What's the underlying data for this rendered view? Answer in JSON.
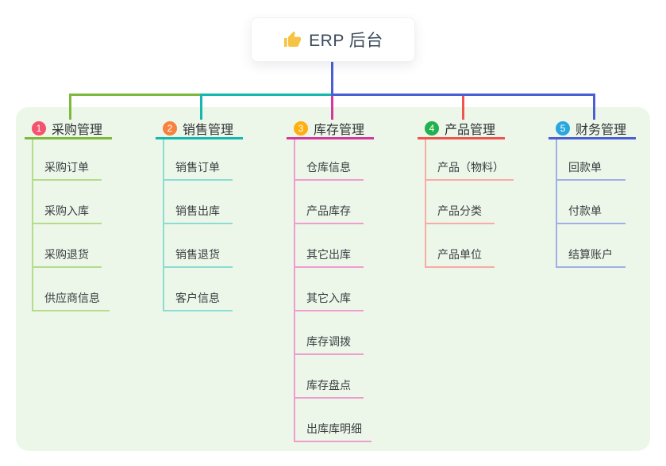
{
  "canvas": {
    "background": "#ffffff",
    "panel_background": "#edf7e9"
  },
  "root": {
    "label": "ERP 后台",
    "icon": "thumbs-up-icon",
    "icon_color": "#f6c344",
    "connector_color": "#4a5fd3"
  },
  "branches": [
    {
      "badge": "1",
      "badge_color": "#f4526e",
      "line_color": "#7cb93c",
      "light_line_color": "#b3dc8b",
      "label": "采购管理",
      "children": [
        "采购订单",
        "采购入库",
        "采购退货",
        "供应商信息"
      ]
    },
    {
      "badge": "2",
      "badge_color": "#f9813e",
      "line_color": "#14b8ac",
      "light_line_color": "#8bdcd4",
      "label": "销售管理",
      "children": [
        "销售订单",
        "销售出库",
        "销售退货",
        "客户信息"
      ]
    },
    {
      "badge": "3",
      "badge_color": "#ffaf10",
      "line_color": "#d4399b",
      "light_line_color": "#ef9ccf",
      "label": "库存管理",
      "children": [
        "仓库信息",
        "产品库存",
        "其它出库",
        "其它入库",
        "库存调拨",
        "库存盘点",
        "出库库明细"
      ]
    },
    {
      "badge": "4",
      "badge_color": "#21b24f",
      "line_color": "#f0544f",
      "light_line_color": "#f8aba7",
      "label": "产品管理",
      "children": [
        "产品（物料）",
        "产品分类",
        "产品单位"
      ]
    },
    {
      "badge": "5",
      "badge_color": "#2aa7df",
      "line_color": "#4a5fd3",
      "light_line_color": "#9fb0e4",
      "label": "财务管理",
      "children": [
        "回款单",
        "付款单",
        "结算账户"
      ]
    }
  ]
}
